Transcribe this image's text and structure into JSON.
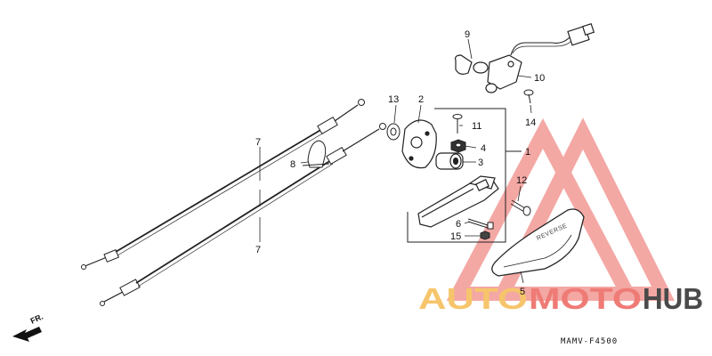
{
  "diagram": {
    "code": "MAMV-F4500",
    "direction_label": "FR.",
    "lever_text": "REVERSE",
    "parts": [
      {
        "id": "p1",
        "num": "1"
      },
      {
        "id": "p2",
        "num": "2"
      },
      {
        "id": "p3",
        "num": "3"
      },
      {
        "id": "p4",
        "num": "4"
      },
      {
        "id": "p5",
        "num": "5"
      },
      {
        "id": "p6",
        "num": "6"
      },
      {
        "id": "p7a",
        "num": "7"
      },
      {
        "id": "p7b",
        "num": "7"
      },
      {
        "id": "p8",
        "num": "8"
      },
      {
        "id": "p9",
        "num": "9"
      },
      {
        "id": "p10",
        "num": "10"
      },
      {
        "id": "p11",
        "num": "11"
      },
      {
        "id": "p12",
        "num": "12"
      },
      {
        "id": "p13",
        "num": "13"
      },
      {
        "id": "p14",
        "num": "14"
      },
      {
        "id": "p15",
        "num": "15"
      }
    ]
  },
  "watermark": {
    "part1": "AUTO",
    "part2": "MOTO",
    "part3": "HUB",
    "color_gold": "#f6c56b",
    "color_red": "#ef7b76",
    "color_dark": "#4a4a4a"
  }
}
